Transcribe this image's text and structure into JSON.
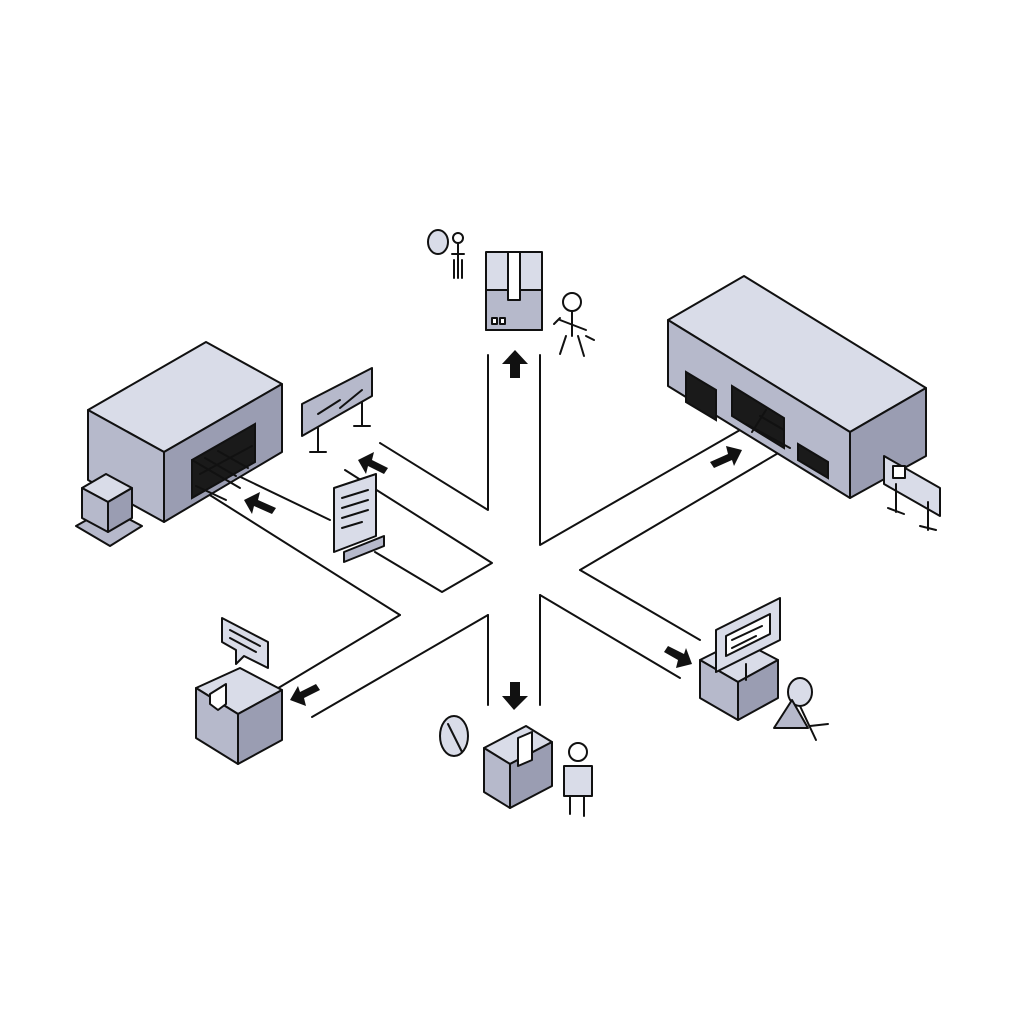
{
  "diagram": {
    "style": "isometric line illustration",
    "colors": {
      "light": "#d9dce8",
      "mid": "#b6b9cb",
      "dark": "#9a9db2",
      "line": "#111111",
      "background": "#ffffff"
    },
    "elements": [
      {
        "id": "warehouse-left",
        "icon": "warehouse-icon"
      },
      {
        "id": "warehouse-right",
        "icon": "warehouse-icon"
      },
      {
        "id": "box-top",
        "icon": "package-icon"
      },
      {
        "id": "box-bottom",
        "icon": "package-icon"
      },
      {
        "id": "box-lower-left",
        "icon": "package-icon"
      },
      {
        "id": "box-lower-right",
        "icon": "package-icon"
      },
      {
        "id": "box-small-left",
        "icon": "package-icon"
      },
      {
        "id": "sign-left",
        "icon": "signboard-icon"
      },
      {
        "id": "sign-right",
        "icon": "signboard-icon"
      },
      {
        "id": "document-stand",
        "icon": "document-icon"
      },
      {
        "id": "monitor",
        "icon": "monitor-icon"
      },
      {
        "id": "message",
        "icon": "chat-bubble-icon"
      },
      {
        "id": "workers",
        "icon": "person-icon"
      }
    ],
    "arrows": [
      "up",
      "left",
      "left",
      "up-right",
      "down-right",
      "down",
      "down-left"
    ]
  }
}
